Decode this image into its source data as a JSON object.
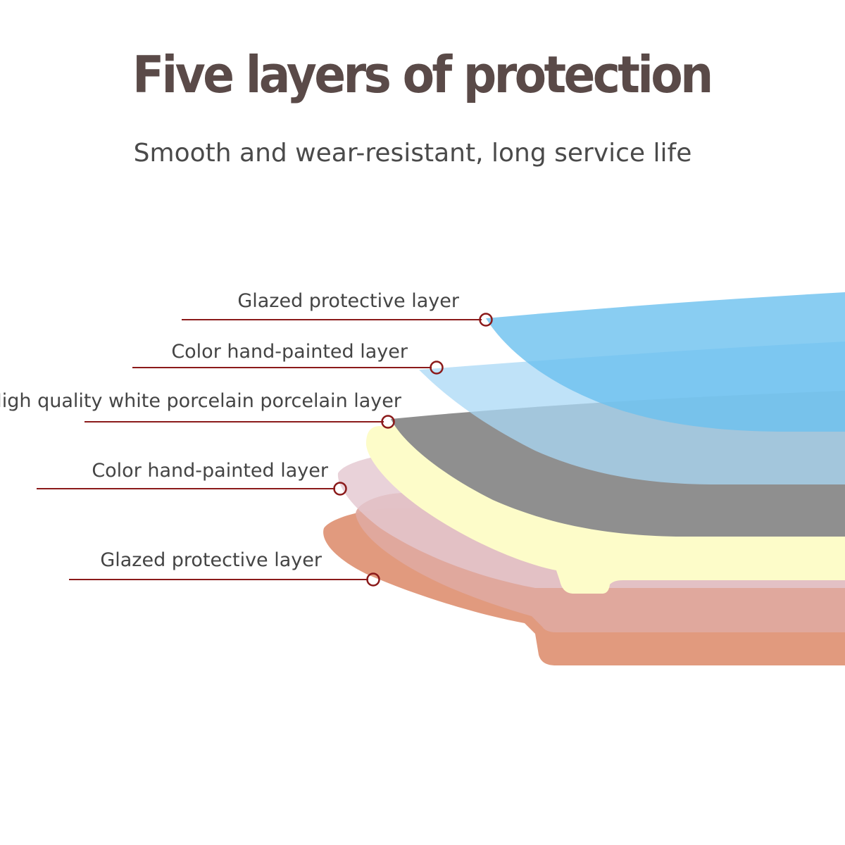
{
  "title": "Five layers of protection",
  "subtitle": "Smooth and wear-resistant, long service life",
  "colors": {
    "title": "#5a4a48",
    "subtitle": "#4a4a4a",
    "label_text": "#444444",
    "leader_line": "#8b1a1a",
    "glaze_top": "#6cc0ef",
    "paint_top": "#a9d8f5",
    "porcelain_gray": "#8f8f8f",
    "porcelain_cream": "#fdfcc9",
    "paint_bottom": "#e3c7cf",
    "glaze_bottom_pink": "#dfa99f",
    "glaze_bottom": "#e19a7e"
  },
  "layers": [
    {
      "label": "Glazed protective layer"
    },
    {
      "label": "Color hand-painted layer"
    },
    {
      "label": "High quality white porcelain porcelain layer"
    },
    {
      "label": "Color hand-painted layer"
    },
    {
      "label": "Glazed protective layer"
    }
  ]
}
